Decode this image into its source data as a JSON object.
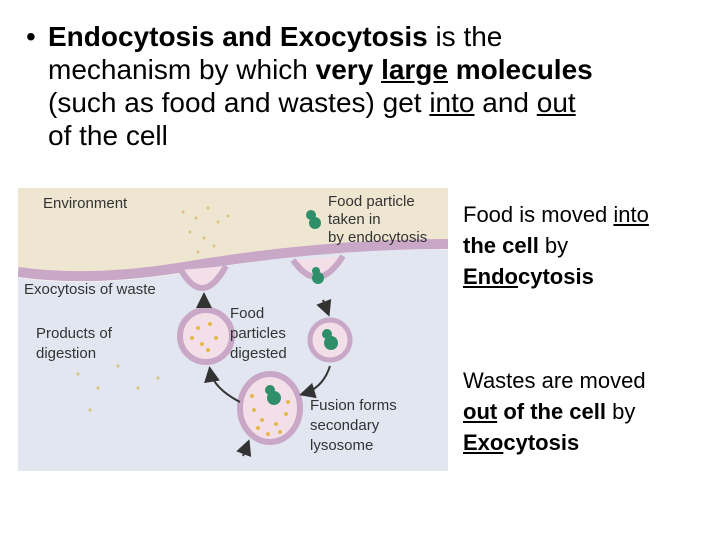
{
  "main_bullet": {
    "bullet_symbol": "•",
    "lines": {
      "l1_bold_a": "Endocytosis and Exocytosis",
      "l1_rest": " is the",
      "l2_a": "mechanism by which ",
      "l2_bold_a": "very ",
      "l2_bold_u": "large",
      "l2_bold_b": " molecules",
      "l3_a": "(such as food and wastes) get ",
      "l3_u1": "into",
      "l3_b": " and ",
      "l3_u2": "out",
      "l4": "of the cell"
    }
  },
  "figure": {
    "environment": "Environment",
    "food_particle_1": "Food particle",
    "food_particle_2": "taken in",
    "food_particle_3": "by endocytosis",
    "exocytosis_waste": "Exocytosis of waste",
    "products_1": "Products of",
    "products_2": "digestion",
    "food_digested_1": "Food",
    "food_digested_2": "particles",
    "food_digested_3": "digested",
    "fusion_1": "Fusion forms",
    "fusion_2": "secondary",
    "fusion_3": "lysosome",
    "colors": {
      "background": "#f4f2ee",
      "environment": "#efe6d2",
      "membrane": "#c9a7c7",
      "cytoplasm": "#e1e6f0",
      "vesicle_fill": "#f2dfe8",
      "food_green": "#2f8f6b",
      "lysosome_dots": "#e3b94c"
    }
  },
  "endo_note": {
    "t1": "Food is moved ",
    "t1_u": "into",
    "t2_b": "the cell",
    "t2": " by",
    "t3_bu": "Endo",
    "t3_b": "cytosis"
  },
  "exo_note": {
    "t1": "Wastes are moved",
    "t2_bu": "out",
    "t2_b": " of the cell",
    "t2": " by",
    "t3_bu": "Exo",
    "t3_b": "cytosis"
  }
}
